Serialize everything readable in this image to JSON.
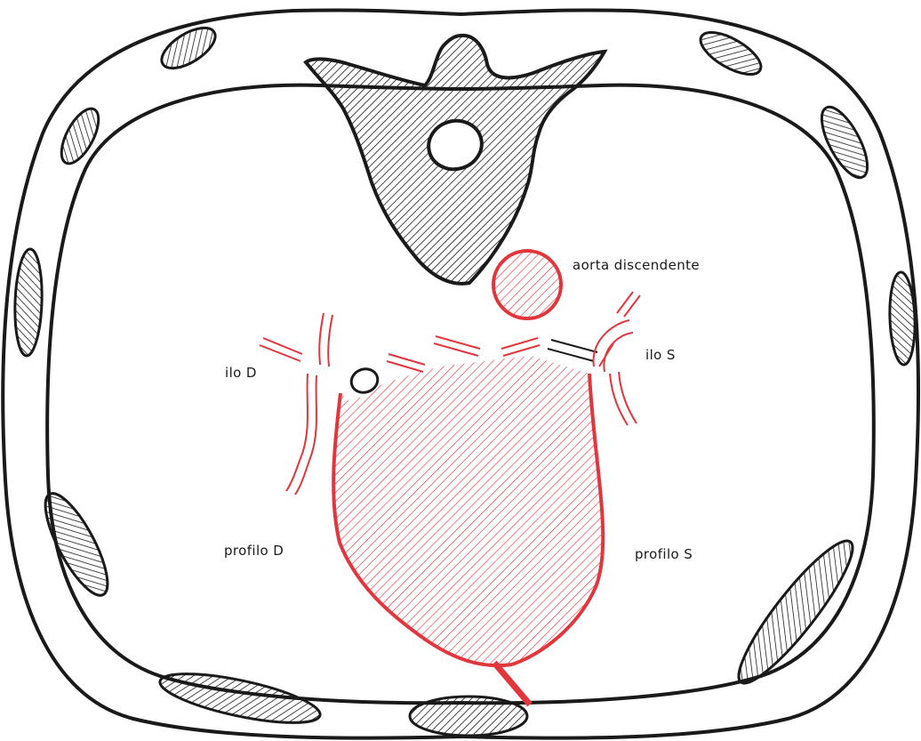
{
  "labels": {
    "aorta": "aorta discendente",
    "hilum_right": "ilo D",
    "hilum_left": "ilo S",
    "profile_right": "profilo D",
    "profile_left": "profilo S"
  },
  "colors": {
    "outline": "#1a1a1a",
    "highlight": "#e2363c",
    "background": "#ffffff"
  }
}
